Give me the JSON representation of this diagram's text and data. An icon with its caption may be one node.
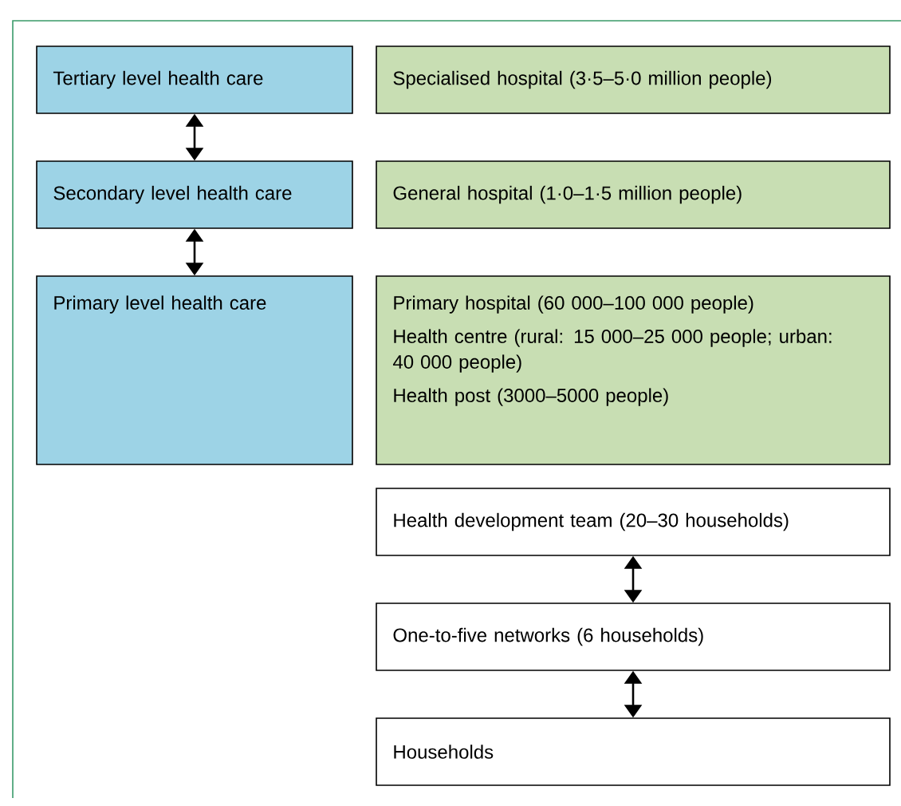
{
  "diagram": {
    "nodes": [
      {
        "text": [
          "Tertiary level health care"
        ]
      },
      {
        "text": [
          "Specialised hospital (3·5–5·0 million people)"
        ]
      },
      {
        "text": [
          "Secondary level health care"
        ]
      },
      {
        "text": [
          "General hospital (1·0–1·5 million people)"
        ]
      },
      {
        "text": [
          "Primary level health care"
        ]
      },
      {
        "text": [
          "Primary hospital (60 000–100 000 people)",
          "Health centre (rural: 15 000–25 000 people; urban: 40 000 people)",
          "Health post (3000–5000 people)"
        ]
      },
      {
        "text": [
          "Health development team (20–30 households)"
        ]
      },
      {
        "text": [
          "One-to-five networks (6 households)"
        ]
      },
      {
        "text": [
          "Households"
        ]
      }
    ],
    "edges": [
      {
        "from": 0,
        "to": 2,
        "arrow": "both"
      },
      {
        "from": 2,
        "to": 4,
        "arrow": "both"
      },
      {
        "from": 6,
        "to": 7,
        "arrow": "both"
      },
      {
        "from": 7,
        "to": 8,
        "arrow": "both"
      }
    ]
  }
}
